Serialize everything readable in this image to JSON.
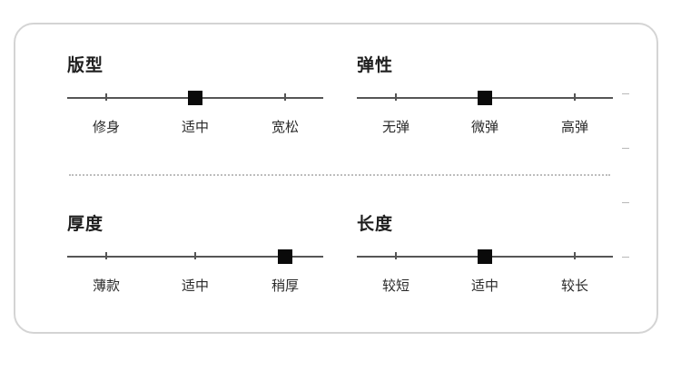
{
  "attributes": [
    {
      "title": "版型",
      "options": [
        "修身",
        "适中",
        "宽松"
      ],
      "selected_index": 1
    },
    {
      "title": "弹性",
      "options": [
        "无弹",
        "微弹",
        "高弹"
      ],
      "selected_index": 1
    },
    {
      "title": "厚度",
      "options": [
        "薄款",
        "适中",
        "稍厚"
      ],
      "selected_index": 2
    },
    {
      "title": "长度",
      "options": [
        "较短",
        "适中",
        "较长"
      ],
      "selected_index": 1
    }
  ],
  "colors": {
    "card_border": "#d4d4d4",
    "line": "#555555",
    "marker": "#0a0a0a",
    "divider": "#bdbdbd",
    "text": "#2a2a2a"
  }
}
